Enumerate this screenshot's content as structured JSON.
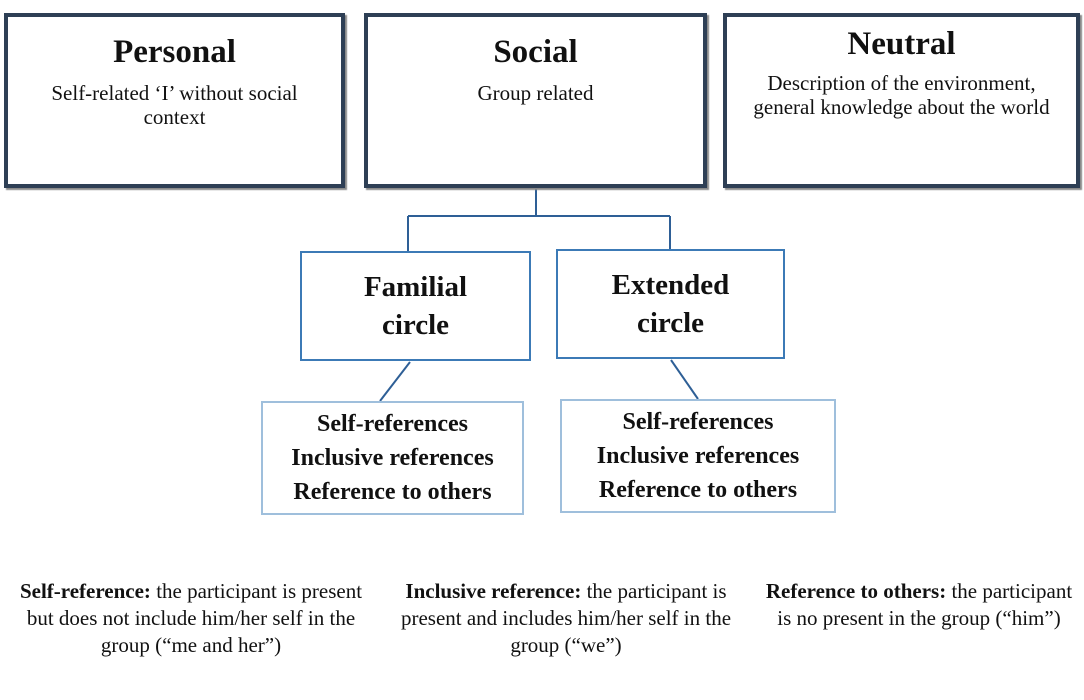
{
  "top_categories": [
    {
      "title": "Personal",
      "description": "Self-related ‘I’ without social context"
    },
    {
      "title": "Social",
      "description": "Group related"
    },
    {
      "title": "Neutral",
      "description": "Description of the environment, general knowledge about the world"
    }
  ],
  "social_subcategories": [
    {
      "title": "Familial circle",
      "references": [
        "Self-references",
        "Inclusive references",
        "Reference to others"
      ]
    },
    {
      "title": "Extended circle",
      "references": [
        "Self-references",
        "Inclusive references",
        "Reference to others"
      ]
    }
  ],
  "definitions": [
    {
      "term": "Self-reference:",
      "text": "the participant is present but does not include him/her self in the group (“me and her”)"
    },
    {
      "term": "Inclusive reference:",
      "text": "the participant is present and includes him/her self in the group (“we”)"
    },
    {
      "term": "Reference to others:",
      "text": "the participant is no present in the group (“him”)"
    }
  ],
  "colors": {
    "top_border": "#2e3f55",
    "mid_border": "#3c7ab6",
    "ref_border": "#9fbfdc",
    "connector": "#2e5f96"
  }
}
